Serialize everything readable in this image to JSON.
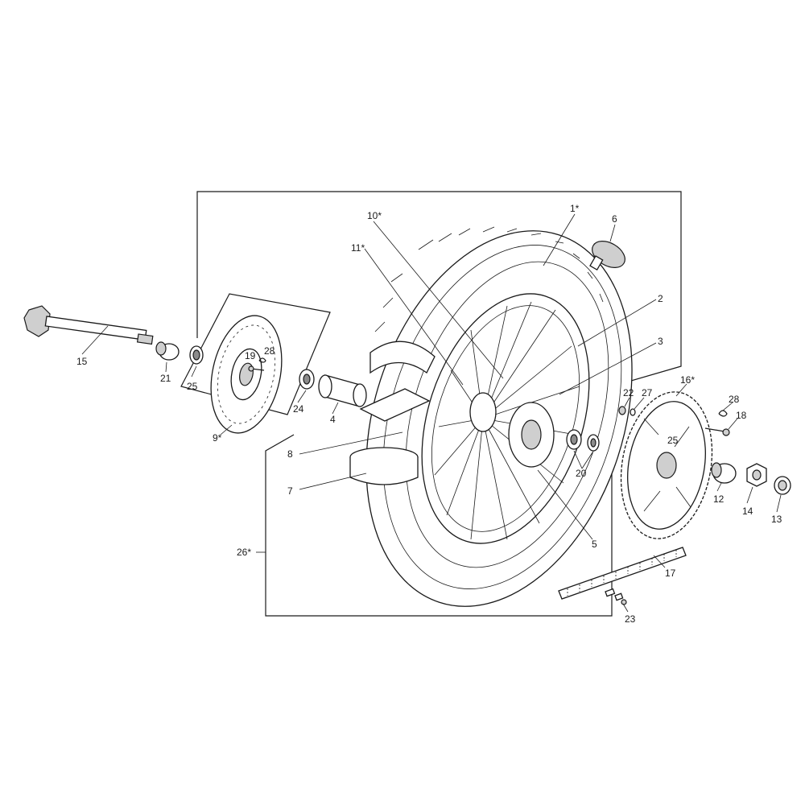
{
  "callouts": [
    {
      "id": "p1",
      "text": "1*"
    },
    {
      "id": "p2",
      "text": "2"
    },
    {
      "id": "p3",
      "text": "3"
    },
    {
      "id": "p4",
      "text": "4"
    },
    {
      "id": "p5",
      "text": "5"
    },
    {
      "id": "p6",
      "text": "6"
    },
    {
      "id": "p7",
      "text": "7"
    },
    {
      "id": "p8",
      "text": "8"
    },
    {
      "id": "p9",
      "text": "9*"
    },
    {
      "id": "p10",
      "text": "10*"
    },
    {
      "id": "p11",
      "text": "11*"
    },
    {
      "id": "p12",
      "text": "12"
    },
    {
      "id": "p13",
      "text": "13"
    },
    {
      "id": "p14",
      "text": "14"
    },
    {
      "id": "p15",
      "text": "15"
    },
    {
      "id": "p16",
      "text": "16*"
    },
    {
      "id": "p17",
      "text": "17"
    },
    {
      "id": "p18",
      "text": "18"
    },
    {
      "id": "p19",
      "text": "19"
    },
    {
      "id": "p20",
      "text": "20"
    },
    {
      "id": "p21",
      "text": "21"
    },
    {
      "id": "p22",
      "text": "22"
    },
    {
      "id": "p23",
      "text": "23"
    },
    {
      "id": "p24",
      "text": "24"
    },
    {
      "id": "p25a",
      "text": "25"
    },
    {
      "id": "p25b",
      "text": "25"
    },
    {
      "id": "p26",
      "text": "26*"
    },
    {
      "id": "p27",
      "text": "27"
    },
    {
      "id": "p28a",
      "text": "28"
    },
    {
      "id": "p28b",
      "text": "28"
    }
  ]
}
